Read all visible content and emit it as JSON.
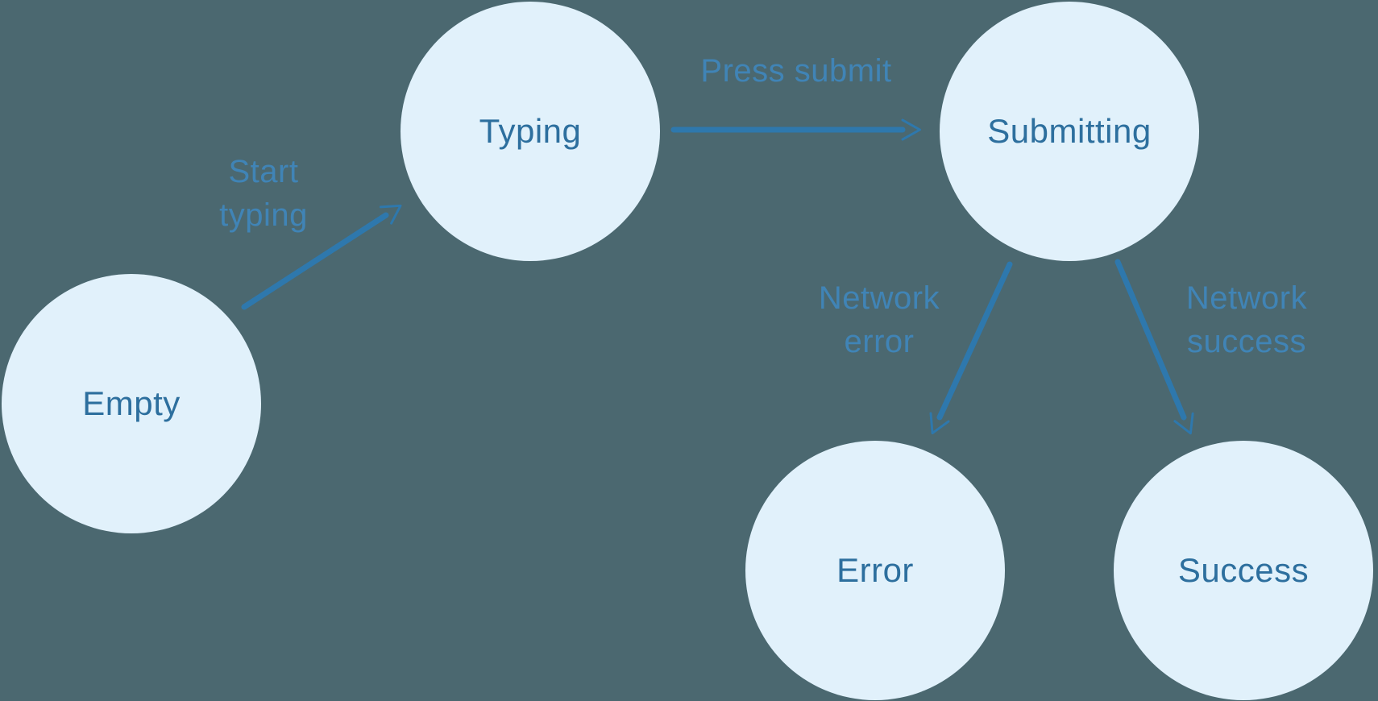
{
  "diagram": {
    "type": "state-machine",
    "nodes": [
      {
        "id": "empty",
        "label": "Empty"
      },
      {
        "id": "typing",
        "label": "Typing"
      },
      {
        "id": "submitting",
        "label": "Submitting"
      },
      {
        "id": "error",
        "label": "Error"
      },
      {
        "id": "success",
        "label": "Success"
      }
    ],
    "edges": [
      {
        "from": "Empty",
        "to": "Typing",
        "label": "Start typing"
      },
      {
        "from": "Typing",
        "to": "Submitting",
        "label": "Press submit"
      },
      {
        "from": "Submitting",
        "to": "Error",
        "label": "Network error"
      },
      {
        "from": "Submitting",
        "to": "Success",
        "label": "Network success"
      }
    ],
    "colors": {
      "background": "#4b6870",
      "node_fill": "#e1f1fb",
      "node_label": "#2d6f9e",
      "arrow": "#2e78ad",
      "edge_label": "#4084b6"
    }
  }
}
